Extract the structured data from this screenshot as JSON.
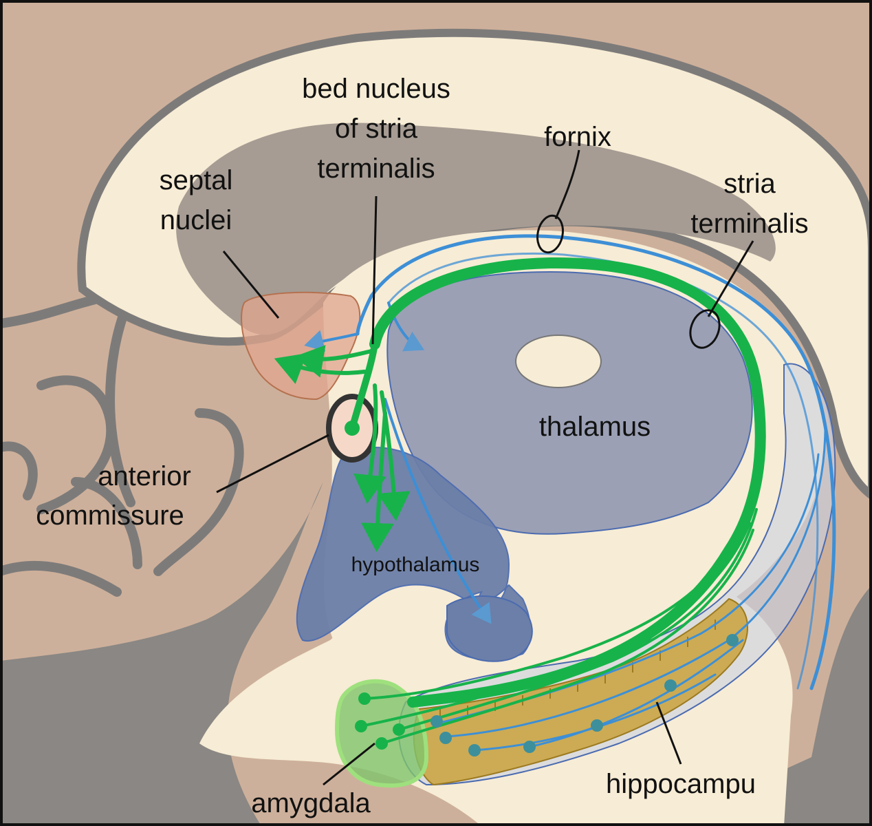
{
  "labels": {
    "bnst": [
      "bed nucleus",
      "of stria",
      "terminalis"
    ],
    "fornix": "fornix",
    "septal": [
      "septal",
      "nuclei"
    ],
    "stria": [
      "stria",
      "terminalis"
    ],
    "thalamus": "thalamus",
    "anterior": [
      "anterior",
      "commissure"
    ],
    "hypothalamus": "hypothalamus",
    "hippocampus": "hippocampu",
    "amygdala": "amygdala"
  },
  "colors": {
    "background_tissue": "#cdb09b",
    "white_matter": "#f7ecd5",
    "gray_tissue": "#8a8784",
    "thalamus_fill": "#9ba0b5",
    "hypothalamus_fill": "#6b7fa8",
    "septal_fill": "#e0a58e",
    "hippocampus_fill": "#c9a23c",
    "amygdala_fill": "#7fc46b",
    "green_pathway": "#17b34a",
    "blue_pathway": "#3d8fd6",
    "label_text": "#111111"
  }
}
